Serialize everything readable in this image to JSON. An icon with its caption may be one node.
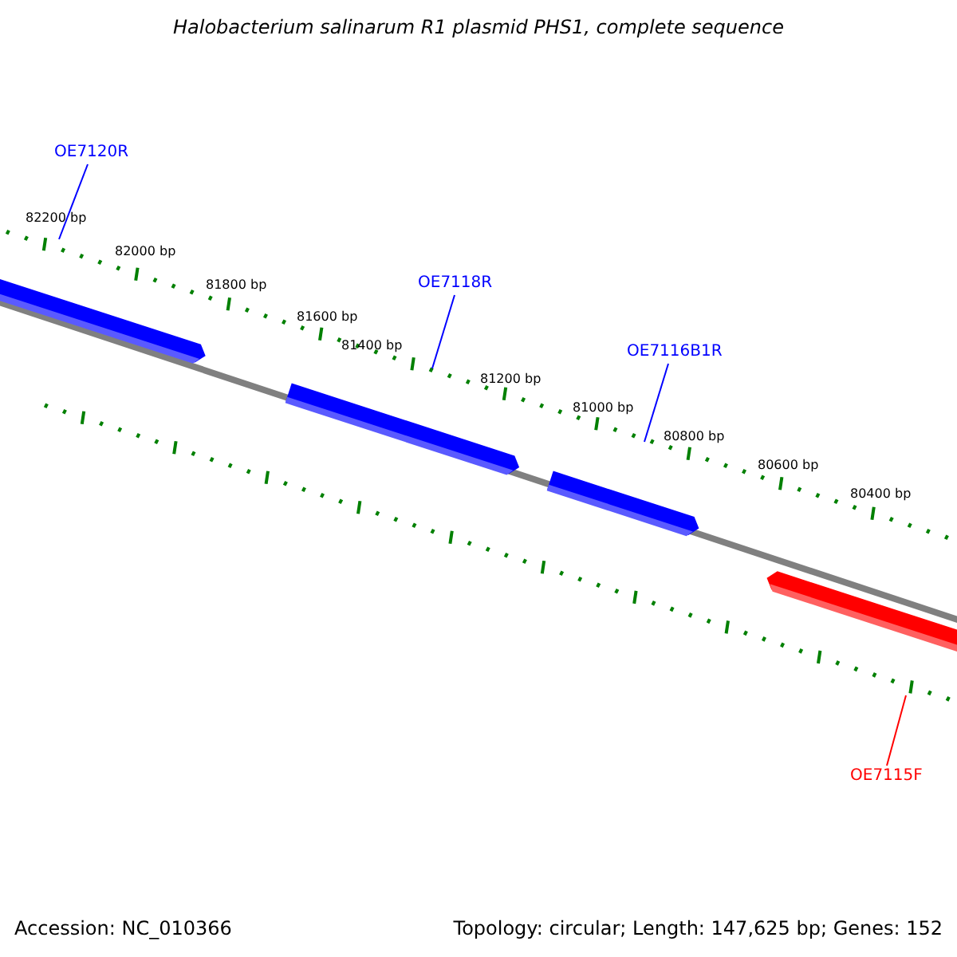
{
  "diagram": {
    "title": "Halobacterium salinarum R1 plasmid PHS1, complete sequence",
    "nodes": [
      {
        "text": [
          "OE7120R"
        ]
      },
      {
        "text": [
          "OE7118R"
        ]
      },
      {
        "text": [
          "OE7116B1R"
        ]
      },
      {
        "text": [
          "OE7115F"
        ]
      }
    ],
    "edges": [
      {
        "from": 0,
        "to": null,
        "arrow": "none"
      },
      {
        "from": 1,
        "to": null,
        "arrow": "none"
      },
      {
        "from": 2,
        "to": null,
        "arrow": "none"
      },
      {
        "from": 3,
        "to": null,
        "arrow": "none",
        "color": "#ff0000"
      }
    ],
    "labels": [
      "82200 bp",
      "82000 bp",
      "81800 bp",
      "81600 bp",
      "81400 bp",
      "81200 bp",
      "81000 bp",
      "80800 bp",
      "80600 bp",
      "80400 bp",
      "Accession: NC_010366",
      "Topology: circular; Length: 147,625 bp; Genes: 152"
    ]
  }
}
